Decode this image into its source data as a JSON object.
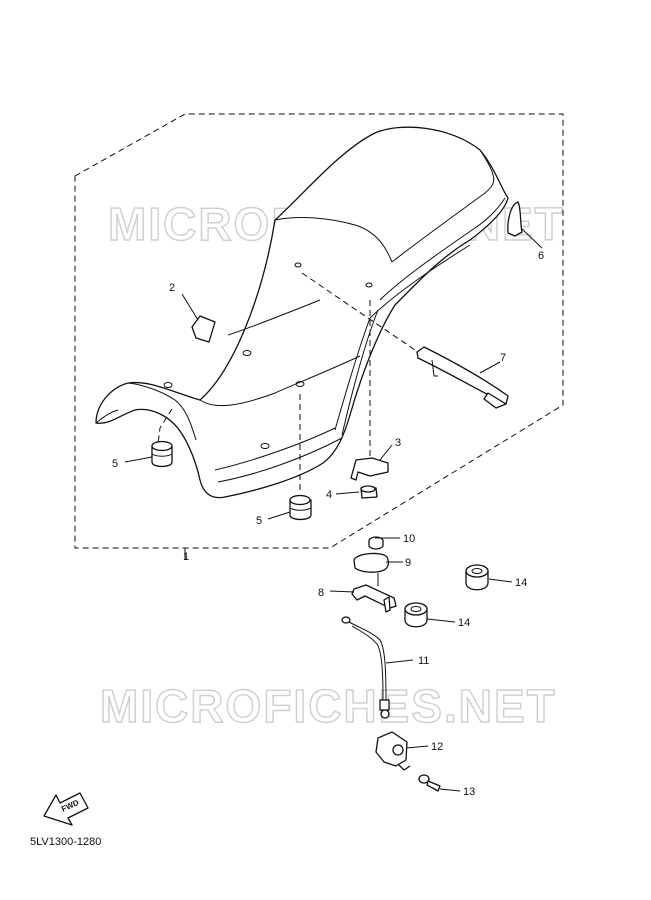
{
  "watermark": "MICROFICHES.NET",
  "diagram_code": "5LV1300-1280",
  "fwd_label": "FWD",
  "callouts": {
    "p1": "1",
    "p2": "2",
    "p3": "3",
    "p4": "4",
    "p5a": "5",
    "p5b": "5",
    "p6": "6",
    "p7": "7",
    "p8": "8",
    "p9": "9",
    "p10": "10",
    "p11": "11",
    "p12": "12",
    "p13": "13",
    "p14a": "14",
    "p14b": "14"
  }
}
